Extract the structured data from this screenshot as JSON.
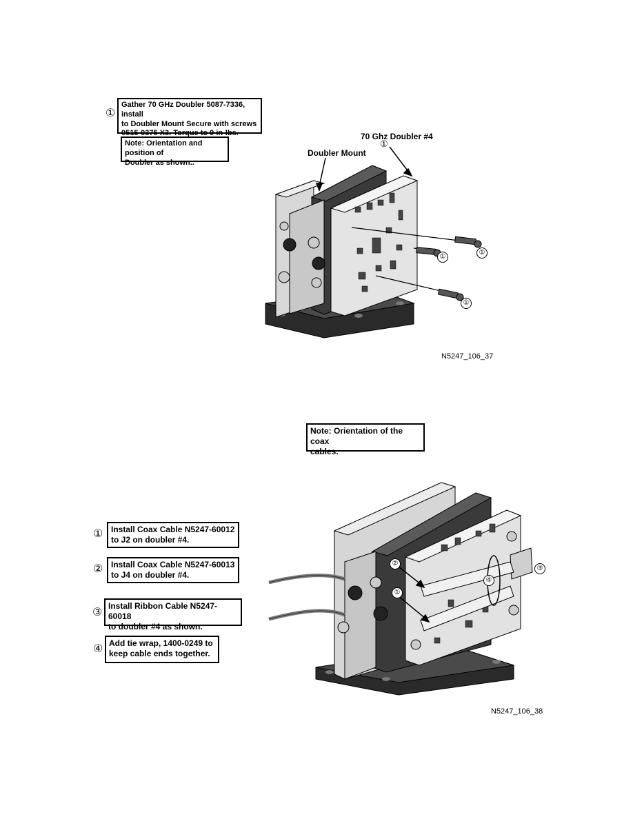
{
  "figure1": {
    "step_marker": "①",
    "step_text": "Gather 70 GHz Doubler 5087-7336, install\nto Doubler Mount Secure with screws\n0515-0375 X3. Torque to 9 in-lbs.",
    "note": "Note: Orientation and position of\nDoubler as shown..",
    "label_mount": "Doubler Mount",
    "label_doubler": "70 Ghz Doubler #4",
    "label_doubler_marker": "①",
    "screw_markers": [
      "①",
      "①",
      "①"
    ],
    "figure_id": "N5247_106_37"
  },
  "figure2": {
    "note": "Note: Orientation of the coax\ncables.",
    "steps": [
      {
        "marker": "①",
        "text": "Install Coax Cable N5247-60012\nto J2 on doubler #4."
      },
      {
        "marker": "②",
        "text": "Install Coax Cable N5247-60013\nto J4 on doubler #4."
      },
      {
        "marker": "③",
        "text": "Install Ribbon Cable N5247-60018\nto doubler #4 as shown."
      },
      {
        "marker": "④",
        "text": "Add tie wrap, 1400-0249 to\nkeep cable ends together."
      }
    ],
    "image_markers": [
      "②",
      "①",
      "④",
      "③"
    ],
    "figure_id": "N5247_106_38"
  }
}
